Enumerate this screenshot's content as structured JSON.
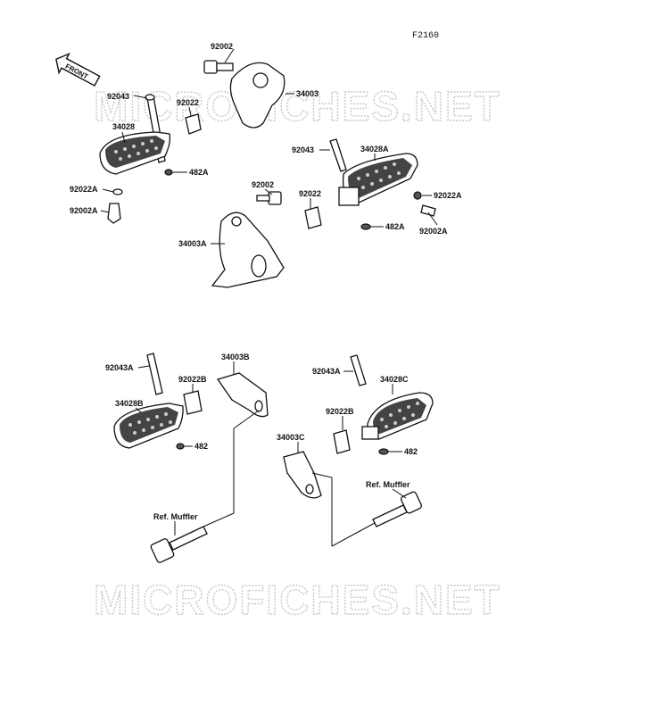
{
  "figure_code": "F2160",
  "direction_arrow": "FRONT",
  "watermark": "MICROFICHES.NET",
  "parts": {
    "p92002_a": "92002",
    "p34003": "34003",
    "p92043_a": "92043",
    "p92022_a": "92022",
    "p34028": "34028",
    "p482A_a": "482A",
    "p92022A_a": "92022A",
    "p92002A_a": "92002A",
    "p92043_b": "92043",
    "p34028A": "34028A",
    "p92002_b": "92002",
    "p92022_b": "92022",
    "p92022A_b": "92022A",
    "p34003A": "34003A",
    "p482A_b": "482A",
    "p92002A_b": "92002A",
    "p92043A_a": "92043A",
    "p34003B": "34003B",
    "p92022B_a": "92022B",
    "p34028B": "34028B",
    "p482_a": "482",
    "ref_muffler_a": "Ref. Muffler",
    "p92043A_b": "92043A",
    "p34028C": "34028C",
    "p92022B_b": "92022B",
    "p34003C": "34003C",
    "p482_b": "482",
    "ref_muffler_b": "Ref. Muffler"
  }
}
